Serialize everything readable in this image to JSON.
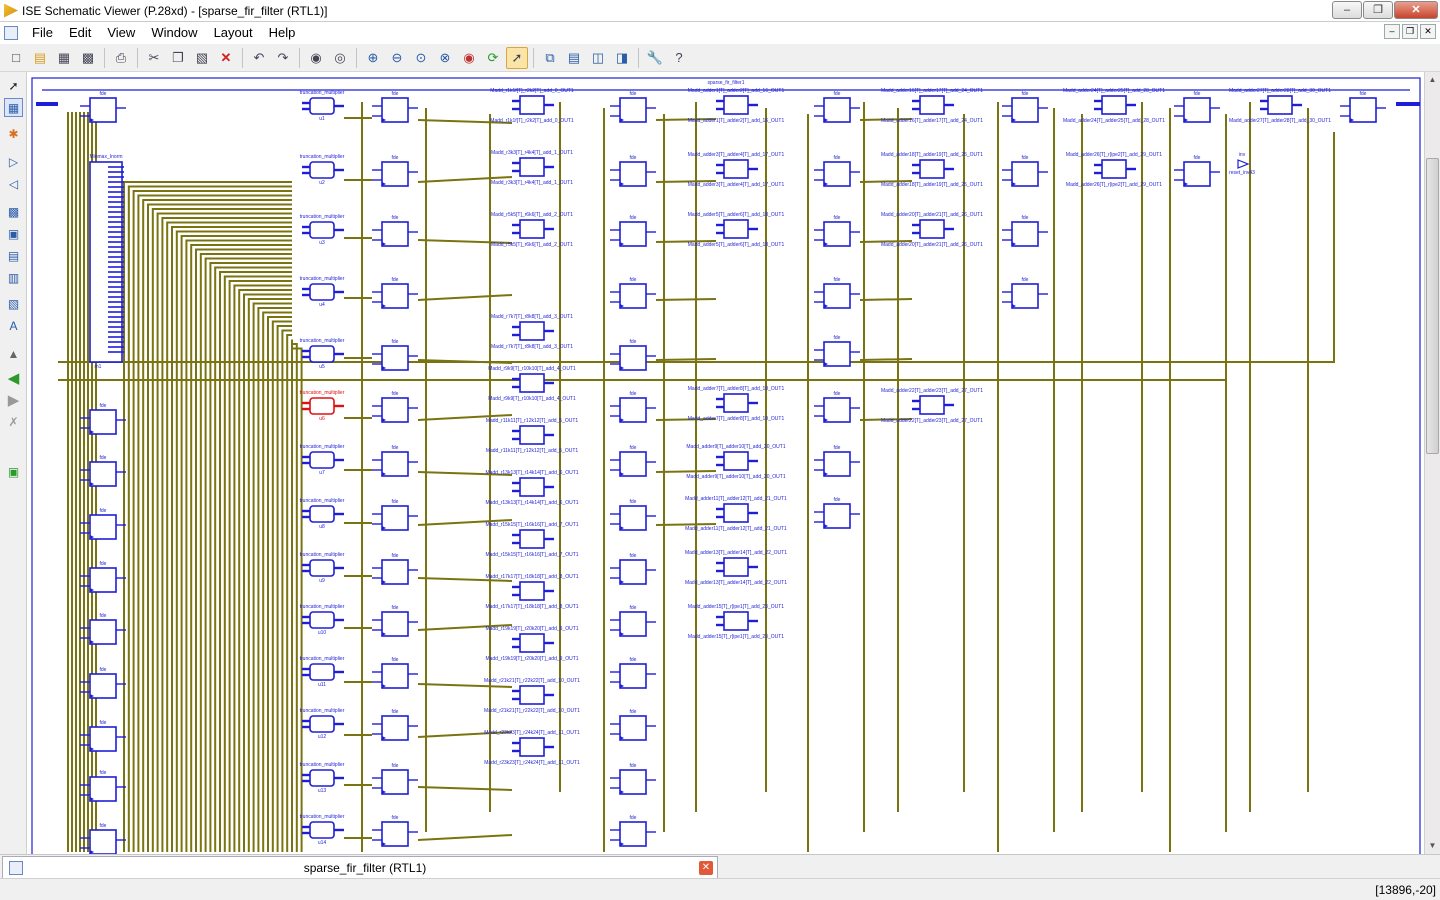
{
  "window": {
    "title": "ISE Schematic Viewer (P.28xd) - [sparse_fir_filter (RTL1)]"
  },
  "menu": [
    "File",
    "Edit",
    "View",
    "Window",
    "Layout",
    "Help"
  ],
  "toolbar_icons": [
    "new-icon",
    "open-icon",
    "save-icon",
    "save-all-icon",
    "print-icon",
    "cut-icon",
    "copy-icon",
    "paste-icon",
    "delete-icon",
    "undo-icon",
    "redo-icon",
    "find-icon",
    "find-next-icon",
    "zoom-in-icon",
    "zoom-out-icon",
    "zoom-full-icon",
    "zoom-area-icon",
    "zoom-fit-icon",
    "refresh-icon",
    "select-mode-icon",
    "cascade-icon",
    "tile-horizontal-icon",
    "tile-vertical-icon",
    "arrange-icon",
    "tool-icon",
    "help-icon"
  ],
  "left_tools": [
    "select-icon",
    "zoom-select-icon",
    "net-icon",
    "add-ports-icon",
    "remove-ports-icon",
    "expand-icon",
    "collapse-icon",
    "hide-icon",
    "show-icon",
    "text-icon",
    "pin-icon",
    "back-icon",
    "forward-icon",
    "stop-icon",
    "export-icon"
  ],
  "schematic": {
    "top_label": "sparse_fir_filter1",
    "fde_label": "fde",
    "tm_label": "truncation_multiplier",
    "minmax_label": "Minmax_Inorm",
    "minmax_inst": "m1",
    "inv_label": "inv",
    "inv_inst": "reset_inv43",
    "u_labels": [
      "u1",
      "u2",
      "u3",
      "u4",
      "u5",
      "u6",
      "u7",
      "u8",
      "u9",
      "u10",
      "u11",
      "u12",
      "u13",
      "u14"
    ],
    "adders_col2": [
      [
        "Madd_r1k1f[T]_r2k2[T]_add_0_OUT1",
        "Madd_r1k1f[T]_r2k2[T]_add_0_OUT1"
      ],
      [
        "Madd_r3k3[T]_r4k4[T]_add_1_OUT1",
        "Madd_r3k3[T]_r4k4[T]_add_1_OUT1"
      ],
      [
        "Madd_r5k5[T]_r6k6[T]_add_2_OUT1",
        "Madd_r5k5[T]_r6k6[T]_add_2_OUT1"
      ],
      [
        "Madd_r7k7[T]_r8k8[T]_add_3_OUT1",
        "Madd_r7k7[T]_r8k8[T]_add_3_OUT1"
      ],
      [
        "Madd_r9k9[T]_r10k10[T]_add_4_OUT1",
        "Madd_r9k9[T]_r10k10[T]_add_4_OUT1"
      ],
      [
        "Madd_r11k11[T]_r12k12[T]_add_5_OUT1",
        "Madd_r11k11[T]_r12k12[T]_add_5_OUT1"
      ],
      [
        "Madd_r13k13[T]_r14k14[T]_add_6_OUT1",
        "Madd_r13k13[T]_r14k14[T]_add_6_OUT1"
      ],
      [
        "Madd_r15k15[T]_r16k16[T]_add_7_OUT1",
        "Madd_r15k15[T]_r16k16[T]_add_7_OUT1"
      ],
      [
        "Madd_r17k17[T]_r18k18[T]_add_8_OUT1",
        "Madd_r17k17[T]_r18k18[T]_add_8_OUT1"
      ],
      [
        "Madd_r19k19[T]_r20k20[T]_add_9_OUT1",
        "Madd_r19k19[T]_r20k20[T]_add_9_OUT1"
      ],
      [
        "Madd_r21k21[T]_r22k22[T]_add_10_OUT1",
        "Madd_r21k21[T]_r22k22[T]_add_10_OUT1"
      ],
      [
        "Madd_r23k23[T]_r24k24[T]_add_11_OUT1",
        "Madd_r23k23[T]_r24k24[T]_add_11_OUT1"
      ]
    ],
    "adders_col3": [
      [
        "Madd_adder1[T]_adder2[T]_add_16_OUT1",
        "Madd_adder1[T]_adder2[T]_add_16_OUT1"
      ],
      [
        "Madd_adder3[T]_adder4[T]_add_17_OUT1",
        "Madd_adder3[T]_adder4[T]_add_17_OUT1"
      ],
      [
        "Madd_adder5[T]_adder6[T]_add_18_OUT1",
        "Madd_adder5[T]_adder6[T]_add_18_OUT1"
      ],
      [
        "Madd_adder7[T]_adder8[T]_add_19_OUT1",
        "Madd_adder7[T]_adder8[T]_add_19_OUT1"
      ],
      [
        "Madd_adder9[T]_adder10[T]_add_20_OUT1",
        "Madd_adder9[T]_adder10[T]_add_20_OUT1"
      ],
      [
        "Madd_adder11[T]_adder12[T]_add_21_OUT1",
        "Madd_adder11[T]_adder12[T]_add_21_OUT1"
      ],
      [
        "Madd_adder13[T]_adder14[T]_add_22_OUT1",
        "Madd_adder13[T]_adder14[T]_add_22_OUT1"
      ],
      [
        "Madd_adder15[T]_r[ipe1[T]_add_23_OUT1",
        "Madd_adder15[T]_r[ipe1[T]_add_23_OUT1"
      ]
    ],
    "adders_col4": [
      [
        "Madd_adder16[T]_adder17[T]_add_24_OUT1",
        "Madd_adder16[T]_adder17[T]_add_24_OUT1"
      ],
      [
        "Madd_adder18[T]_adder19[T]_add_25_OUT1",
        "Madd_adder18[T]_adder19[T]_add_25_OUT1"
      ],
      [
        "Madd_adder20[T]_adder21[T]_add_26_OUT1",
        "Madd_adder20[T]_adder21[T]_add_26_OUT1"
      ],
      [
        "Madd_adder22[T]_adder23[T]_add_27_OUT1",
        "Madd_adder22[T]_adder23[T]_add_27_OUT1"
      ]
    ],
    "adders_col5": [
      [
        "Madd_adder24[T]_adder25[T]_add_28_OUT1",
        "Madd_adder24[T]_adder25[T]_add_28_OUT1"
      ],
      [
        "Madd_adder26[T]_r[ipe2[T]_add_29_OUT1",
        "Madd_adder26[T]_r[ipe2[T]_add_29_OUT1"
      ]
    ],
    "adders_col6": [
      [
        "Madd_adder27[T]_adder28[T]_add_30_OUT1",
        "Madd_adder27[T]_adder28[T]_add_30_OUT1"
      ]
    ]
  },
  "tab": {
    "label": "sparse_fir_filter (RTL1)"
  },
  "status": {
    "coords": "[13896,-20]"
  },
  "colors": {
    "wire": "#7a7410",
    "block": "#1e1ed6",
    "highlight": "#e01010"
  }
}
